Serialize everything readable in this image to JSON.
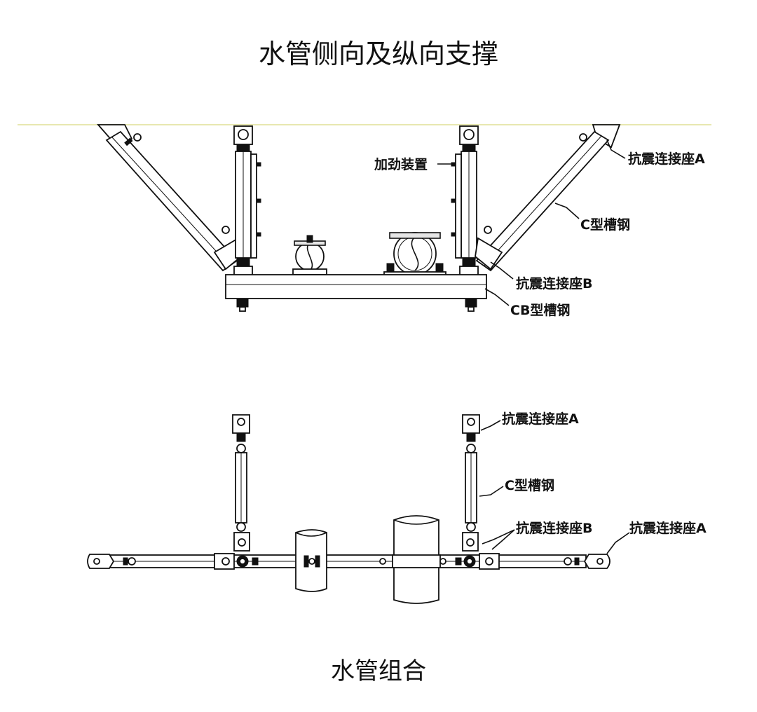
{
  "titles": {
    "top": "水管侧向及纵向支撑",
    "bottom": "水管组合"
  },
  "labels_top": {
    "reinforcement": "加劲装置",
    "seat_a": "抗震连接座A",
    "c_channel": "C型槽钢",
    "seat_b": "抗震连接座B",
    "cb_channel": "CB型槽钢"
  },
  "labels_bottom": {
    "seat_a_upper": "抗震连接座A",
    "c_channel": "C型槽钢",
    "seat_b": "抗震连接座B",
    "seat_a_right": "抗震连接座A"
  },
  "colors": {
    "ceiling_line": "#e8e8b0",
    "ink": "#111111"
  }
}
